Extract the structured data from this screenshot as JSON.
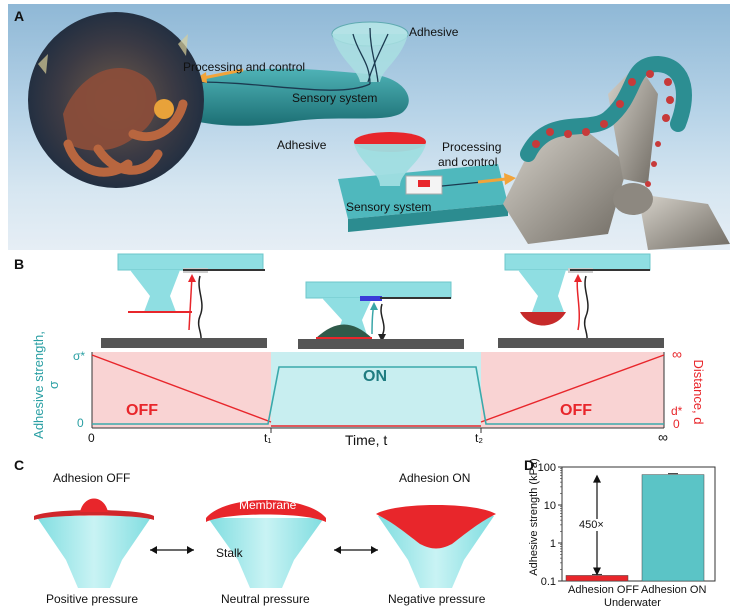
{
  "panels": {
    "a": {
      "letter": "A",
      "adhesive_top": "Adhesive",
      "processing_top": "Processing and control",
      "sensory_top": "Sensory system",
      "adhesive_mid": "Adhesive",
      "processing_mid_1": "Processing",
      "processing_mid_2": "and control",
      "sensory_mid": "Sensory system"
    },
    "b": {
      "letter": "B",
      "on_label": "ON",
      "off_left": "OFF",
      "off_right": "OFF",
      "ylabel_left": "Adhesive strength, σ",
      "ylabel_right": "Distance, d",
      "xlabel": "Time, t",
      "tick_sigma_star": "σ*",
      "tick_zero_left": "0",
      "tick_inf_right": "∞",
      "tick_d_star": "d*",
      "tick_zero_right": "0",
      "x_ticks": [
        "0",
        "t₁",
        "t₂",
        "∞"
      ]
    },
    "c": {
      "letter": "C",
      "adhesion_off": "Adhesion OFF",
      "adhesion_on": "Adhesion ON",
      "membrane": "Membrane",
      "stalk": "Stalk",
      "positive": "Positive pressure",
      "neutral": "Neutral pressure",
      "negative": "Negative pressure"
    },
    "d": {
      "letter": "D",
      "annotation": "450×",
      "underwater": "Underwater"
    }
  },
  "colors": {
    "teal": "#5cc8cc",
    "teal_dark": "#2a9fa3",
    "red": "#e8262b",
    "pink_bg": "#f9d3d3",
    "cyan_bg": "#c8eef0",
    "bar_off": "#e8262b",
    "bar_on": "#5bc4c6"
  },
  "chart_data": [
    {
      "type": "line",
      "panel": "B",
      "xlabel": "Time, t",
      "ylabel": "Adhesive strength, σ",
      "y2label": "Distance, d",
      "x_ticks": [
        "0",
        "t₁",
        "t₂",
        "∞"
      ],
      "regions": [
        {
          "label": "OFF",
          "from": "0",
          "to": "t₁"
        },
        {
          "label": "ON",
          "from": "t₁",
          "to": "t₂"
        },
        {
          "label": "OFF",
          "from": "t₂",
          "to": "∞"
        }
      ],
      "series": [
        {
          "name": "Adhesive strength, σ",
          "points": [
            [
              "0",
              "0"
            ],
            [
              "t₁",
              "0"
            ],
            [
              "t₁",
              "σ*"
            ],
            [
              "t₂",
              "σ*"
            ],
            [
              "t₂",
              "0"
            ],
            [
              "∞",
              "0"
            ]
          ]
        },
        {
          "name": "Distance, d",
          "points": [
            [
              "0",
              "∞"
            ],
            [
              "t₁",
              "d*"
            ],
            [
              "t₁",
              "0"
            ],
            [
              "t₂",
              "0"
            ],
            [
              "t₂",
              "d*"
            ],
            [
              "∞",
              "∞"
            ]
          ]
        }
      ]
    },
    {
      "type": "bar",
      "panel": "D",
      "categories": [
        "Adhesion OFF",
        "Adhesion ON"
      ],
      "category_group": "Underwater",
      "values": [
        0.14,
        63
      ],
      "ylabel": "Adhesive strength (kPa)",
      "yscale": "log",
      "ylim": [
        0.1,
        100
      ],
      "yticks": [
        "0.1",
        "1",
        "10",
        "100"
      ],
      "annotation": "450×"
    }
  ]
}
